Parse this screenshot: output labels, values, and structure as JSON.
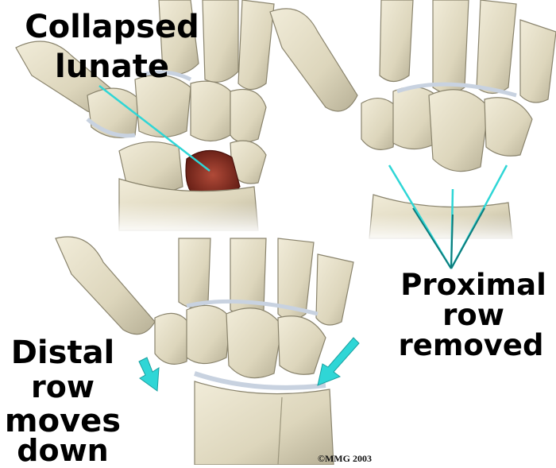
{
  "labels": {
    "collapsed": "Collapsed",
    "lunate": "lunate",
    "proximal": "Proximal",
    "row_right": "row",
    "removed": "removed",
    "distal": "Distal",
    "row_left": "row",
    "moves": "moves",
    "down": "down"
  },
  "copyright": "©MMG 2003",
  "colors": {
    "bone": "#e3dcc4",
    "bone_shadow": "#b9b39a",
    "cartilage": "#c8d2e0",
    "lunate": "#8b2a1f",
    "pointer_line": "#2fd6d6",
    "arrow": "#2fd6d6"
  }
}
